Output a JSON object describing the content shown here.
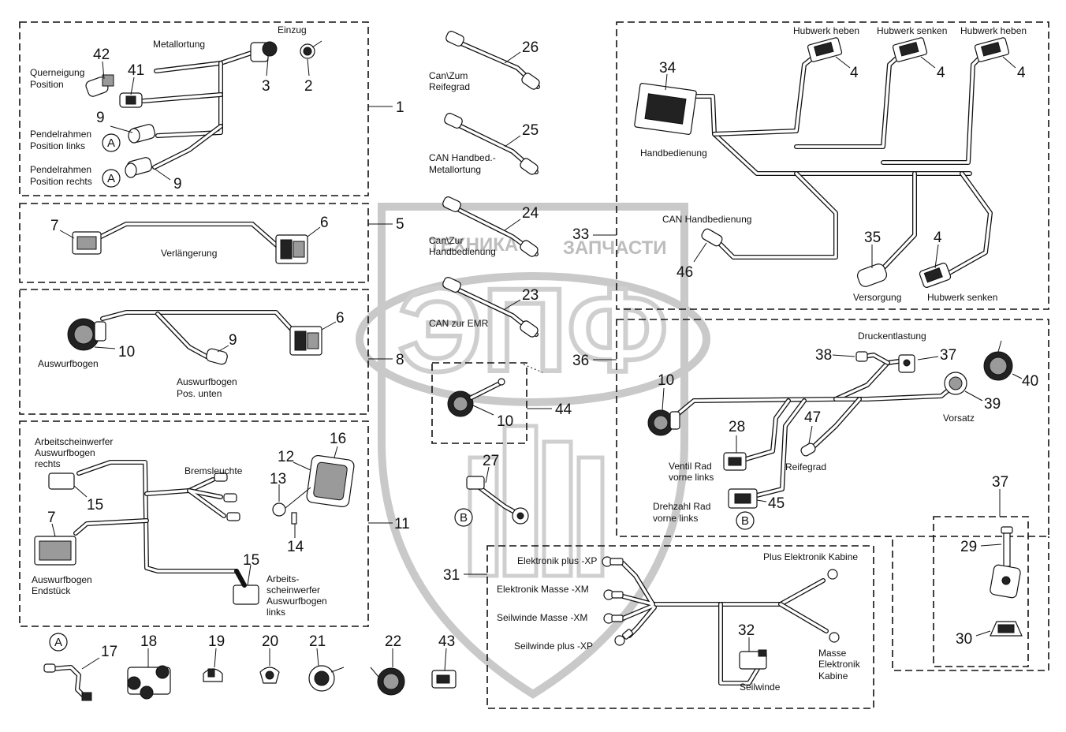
{
  "labels": {
    "metallortung": "Metallortung",
    "einzug": "Einzug",
    "querneigung_1": "Querneigung",
    "querneigung_2": "Position",
    "pendel_links_1": "Pendelrahmen",
    "pendel_links_2": "Position links",
    "pendel_rechts_1": "Pendelrahmen",
    "pendel_rechts_2": "Position rechts",
    "verlaengerung": "Verlängerung",
    "auswurfbogen": "Auswurfbogen",
    "auswurfbogen_unten_1": "Auswurfbogen",
    "auswurfbogen_unten_2": "Pos. unten",
    "arbeits_rechts_1": "Arbeitscheinwerfer",
    "arbeits_rechts_2": "Auswurfbogen",
    "arbeits_rechts_3": "rechts",
    "bremsleuchte": "Bremsleuchte",
    "endstueck_1": "Auswurfbogen",
    "endstueck_2": "Endstück",
    "arbeits_links_1": "Arbeits-",
    "arbeits_links_2": "scheinwerfer",
    "arbeits_links_3": "Auswurfbogen",
    "arbeits_links_4": "links",
    "can_reifegrad_1": "Can\\Zum",
    "can_reifegrad_2": "Reifegrad",
    "can_handbed_metall_1": "CAN Handbed.-",
    "can_handbed_metall_2": "Metallortung",
    "can_zur_hand_1": "Can\\Zur",
    "can_zur_hand_2": "Handbedienung",
    "can_emr": "CAN zur EMR",
    "hubwerk_heben_a": "Hubwerk heben",
    "hubwerk_senken_a": "Hubwerk senken",
    "hubwerk_heben_b": "Hubwerk heben",
    "handbedienung": "Handbedienung",
    "can_handbedienung": "CAN Handbedienung",
    "versorgung": "Versorgung",
    "hubwerk_senken_b": "Hubwerk senken",
    "druckentlastung": "Druckentlastung",
    "vorsatz": "Vorsatz",
    "ventil_1": "Ventil Rad",
    "ventil_2": "vorne links",
    "reifegrad": "Reifegrad",
    "drehzahl_1": "Drehzahl Rad",
    "drehzahl_2": "vorne links",
    "elektronik_plus": "Elektronik plus -XP",
    "elektronik_masse": "Elektronik Masse -XM",
    "seilwinde_masse": "Seilwinde Masse -XM",
    "seilwinde_plus": "Seilwinde plus -XP",
    "plus_elektronik_kabine": "Plus Elektronik Kabine",
    "seilwinde": "Seilwinde",
    "masse_kabine_1": "Masse",
    "masse_kabine_2": "Elektronik",
    "masse_kabine_3": "Kabine"
  },
  "callouts": {
    "n1": "1",
    "n2": "2",
    "n3": "3",
    "n4a": "4",
    "n4b": "4",
    "n4c": "4",
    "n4d": "4",
    "n5": "5",
    "n6a": "6",
    "n6b": "6",
    "n7a": "7",
    "n7b": "7",
    "n8": "8",
    "n9a": "9",
    "n9b": "9",
    "n9c": "9",
    "n10a": "10",
    "n10b": "10",
    "n10c": "10",
    "n11": "11",
    "n12": "12",
    "n13": "13",
    "n14": "14",
    "n15a": "15",
    "n15b": "15",
    "n16": "16",
    "n17": "17",
    "n18": "18",
    "n19": "19",
    "n20": "20",
    "n21": "21",
    "n22": "22",
    "n23": "23",
    "n24": "24",
    "n25": "25",
    "n26": "26",
    "n27": "27",
    "n28": "28",
    "n29": "29",
    "n30": "30",
    "n31": "31",
    "n32": "32",
    "n33": "33",
    "n34": "34",
    "n35": "35",
    "n36": "36",
    "n37a": "37",
    "n37b": "37",
    "n38": "38",
    "n39": "39",
    "n40": "40",
    "n41": "41",
    "n42": "42",
    "n43": "43",
    "n44": "44",
    "n45": "45",
    "n46": "46",
    "n47": "47"
  },
  "refs": {
    "a1": "A",
    "a2": "A",
    "a3": "A",
    "b1": "B",
    "b2": "B"
  },
  "watermark": {
    "line1": "ТЕХНИКА",
    "line2": "ЗАПЧАСТИ",
    "logo": "ЭПФ"
  }
}
